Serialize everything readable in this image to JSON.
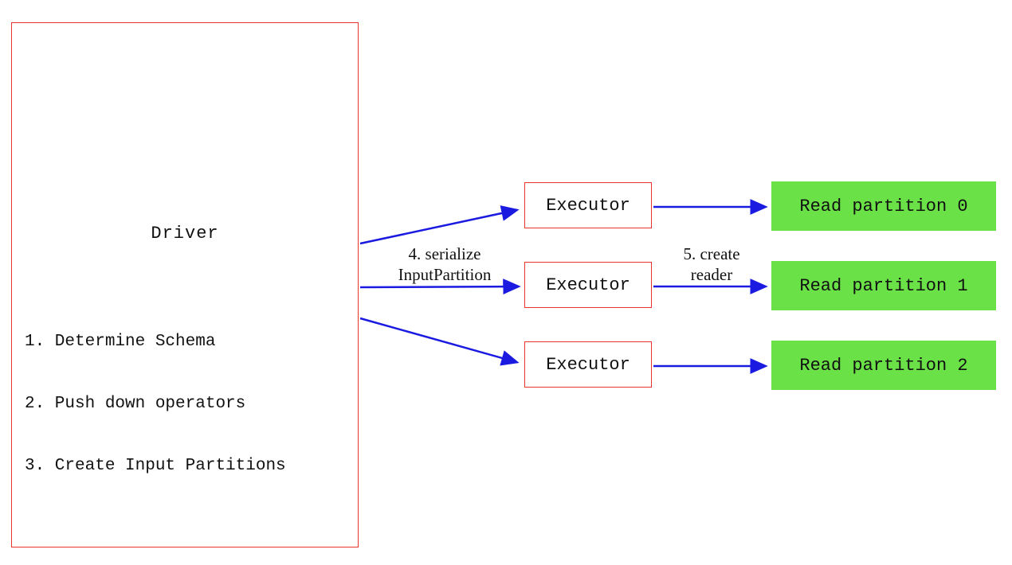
{
  "diagram": {
    "driver": {
      "title": "Driver",
      "steps": [
        "1. Determine Schema",
        "2. Push down operators",
        "3. Create Input Partitions"
      ]
    },
    "executors": [
      {
        "label": "Executor"
      },
      {
        "label": "Executor"
      },
      {
        "label": "Executor"
      }
    ],
    "partitions": [
      {
        "label": "Read partition 0"
      },
      {
        "label": "Read partition 1"
      },
      {
        "label": "Read partition 2"
      }
    ],
    "edge_labels": {
      "serialize_line1": "4. serialize",
      "serialize_line2": "InputPartition",
      "reader_line1": "5. create",
      "reader_line2": "reader"
    },
    "colors": {
      "box_border": "#e8352b",
      "partition_fill": "#6ae147",
      "arrow": "#1a1ae0"
    }
  }
}
